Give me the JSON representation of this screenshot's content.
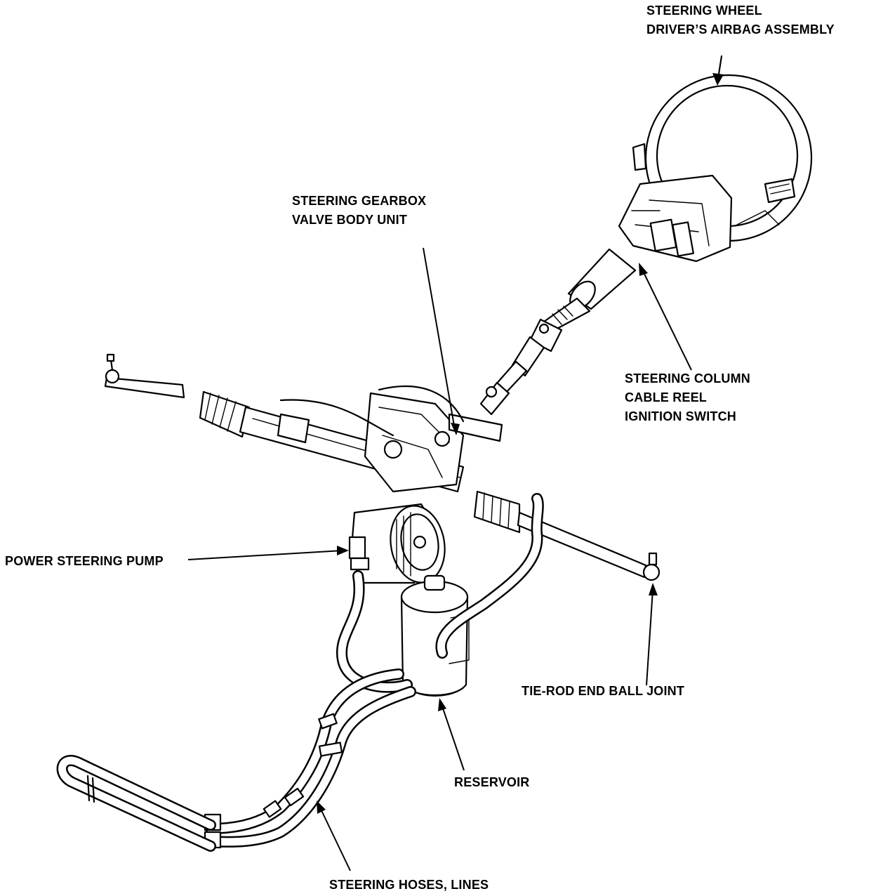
{
  "labels": {
    "steering_wheel": [
      "STEERING WHEEL",
      "DRIVER’S AIRBAG ASSEMBLY"
    ],
    "gearbox": [
      "STEERING GEARBOX",
      "VALVE BODY UNIT"
    ],
    "column": [
      "STEERING COLUMN",
      "CABLE REEL",
      "IGNITION SWITCH"
    ],
    "pump": "POWER STEERING PUMP",
    "tie_rod": "TIE-ROD END BALL JOINT",
    "reservoir": "RESERVOIR",
    "hoses": "STEERING HOSES, LINES"
  }
}
